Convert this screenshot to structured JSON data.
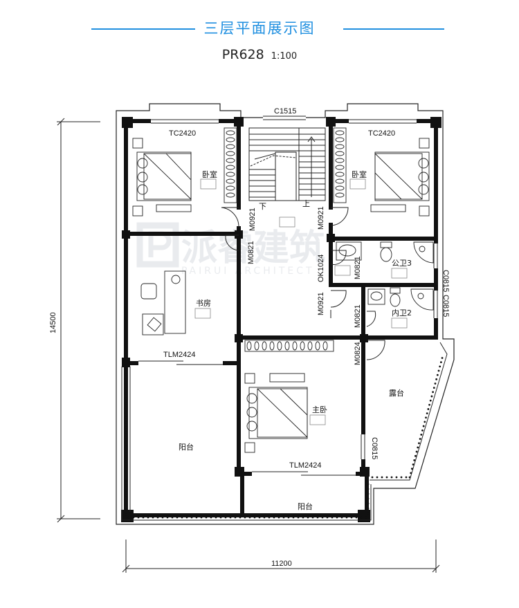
{
  "header": {
    "title": "三层平面展示图",
    "plan_code": "PR628",
    "scale": "1:100"
  },
  "rooms": {
    "bedroom_left": "卧室",
    "bedroom_right": "卧室",
    "study": "书房",
    "master_bedroom": "主卧",
    "public_bath": "公卫3",
    "inner_bath": "内卫2",
    "terrace": "露台",
    "balcony_left": "阳台",
    "balcony_bottom": "阳台"
  },
  "stairs": {
    "down": "下",
    "up": "上"
  },
  "labels": {
    "c1515": "C1515",
    "tc2420_left": "TC2420",
    "tc2420_right": "TC2420",
    "m0921_left": "M0921",
    "m0921_right": "M0921",
    "m0821_study": "M0821",
    "ok1024": "OK1024",
    "m0821_bath": "M0821",
    "m0921_corridor": "M0921",
    "m0821_inner": "M0821",
    "m0824": "M0824",
    "tlm2424_study": "TLM2424",
    "tlm2424_master": "TLM2424",
    "c0815_bath1": "C0815",
    "c0815_bath2": "C0815",
    "c0815_terrace": "C0815"
  },
  "dimensions": {
    "height": "14500",
    "width": "11200"
  },
  "watermark": {
    "brand": "PAIRUI ARCHITECT"
  }
}
